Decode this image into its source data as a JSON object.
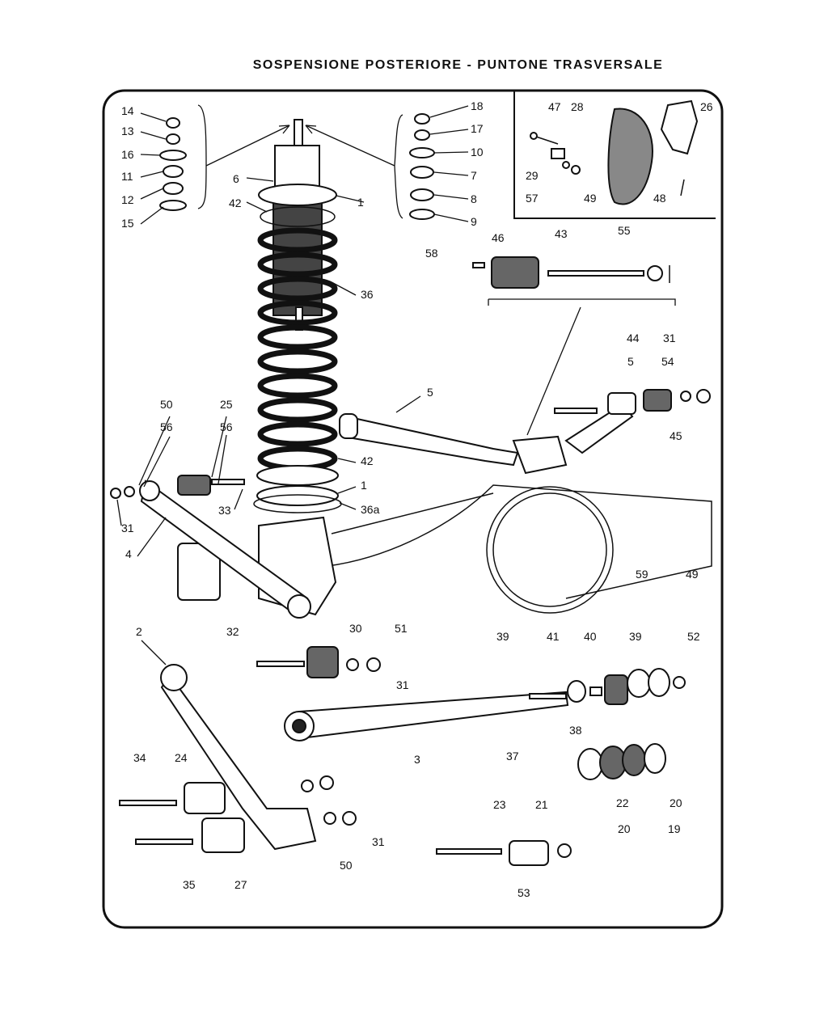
{
  "title": "SOSPENSIONE POSTERIORE - PUNTONE TRASVERSALE",
  "callouts": [
    "14",
    "13",
    "16",
    "11",
    "12",
    "15",
    "6",
    "42",
    "1",
    "18",
    "17",
    "10",
    "7",
    "8",
    "9",
    "47",
    "28",
    "26",
    "29",
    "57",
    "49",
    "48",
    "58",
    "46",
    "43",
    "55",
    "36",
    "44",
    "31",
    "54",
    "5",
    "5",
    "45",
    "50",
    "56",
    "25",
    "56",
    "33",
    "31",
    "4",
    "42",
    "1",
    "36a",
    "59",
    "49",
    "2",
    "32",
    "30",
    "51",
    "31",
    "39",
    "41",
    "40",
    "39",
    "52",
    "38",
    "37",
    "3",
    "34",
    "24",
    "35",
    "27",
    "50",
    "31",
    "23",
    "21",
    "53",
    "22",
    "20",
    "20",
    "19"
  ]
}
